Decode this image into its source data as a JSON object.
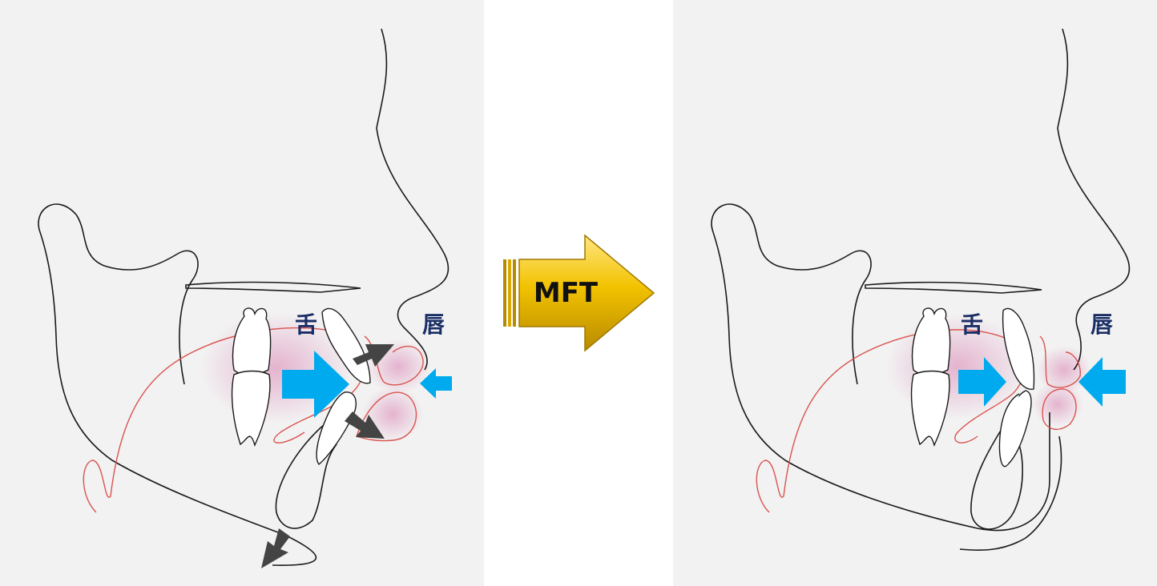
{
  "before": {
    "tongue_label": "舌",
    "lip_label": "唇"
  },
  "after": {
    "tongue_label": "舌",
    "lip_label": "唇"
  },
  "transition": {
    "label": "MFT"
  },
  "colors": {
    "panel_bg": "#f2f2f2",
    "outline": "#1a1a1a",
    "tissue_line": "#d9534f",
    "pressure_glow": "#e6b3cf",
    "force_arrow": "#00aaee",
    "movement_arrow": "#444444",
    "label_text": "#1a2e66",
    "mft_arrow": "#f2c200"
  },
  "icons": {
    "force": "blue-force-arrow-icon",
    "movement": "dark-movement-arrow-icon",
    "transition": "gold-right-arrow-icon"
  }
}
